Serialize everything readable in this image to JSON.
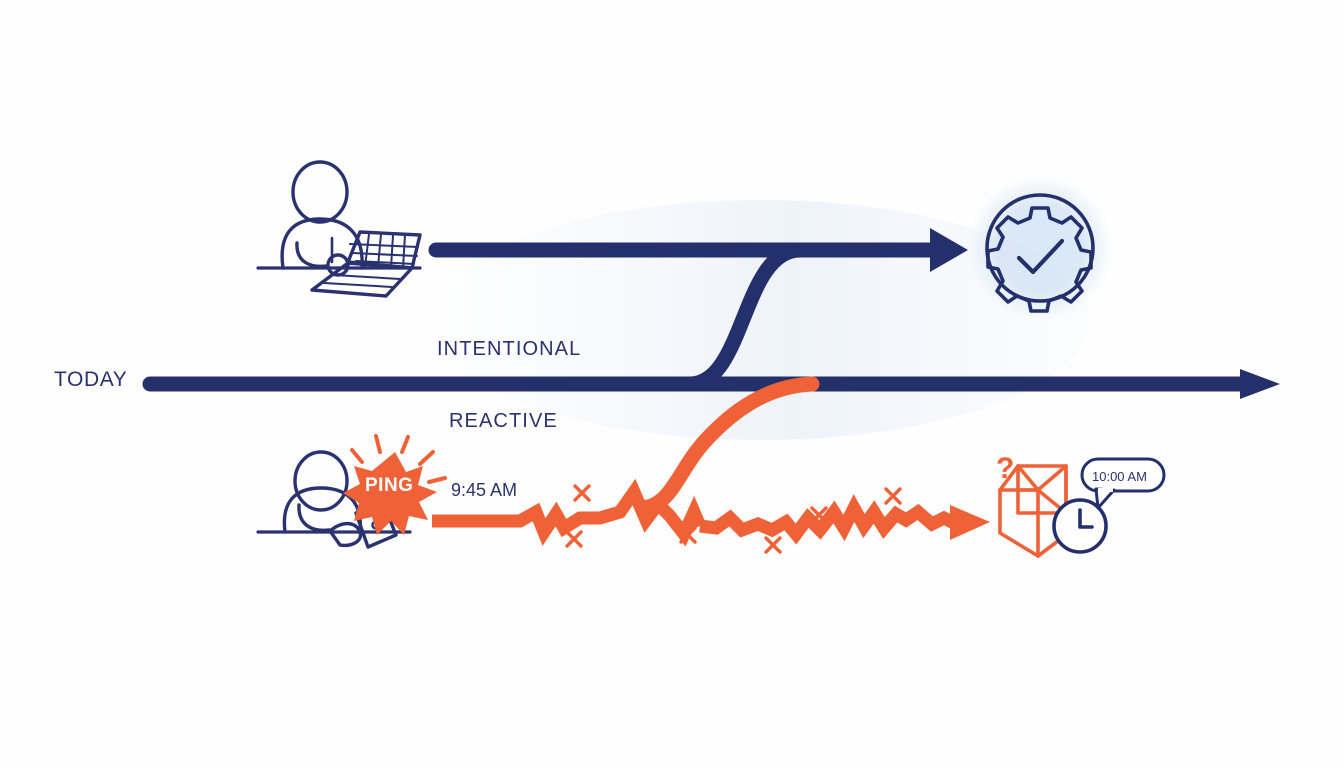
{
  "diagram": {
    "title_text_elements": {
      "today": "TODAY",
      "intentional": "INTENTIONAL",
      "reactive": "REACTIVE",
      "ping_badge": "PING",
      "ping_time": "9:45 AM",
      "delivery_time": "10:00 AM",
      "question_mark": "?"
    },
    "colors": {
      "navy": "#24306B",
      "navy_light": "#2a3270",
      "orange": "#EF6237",
      "orange_light": "#F47B4E",
      "background": "#FEFEFE",
      "glow": "#DCE7F5"
    },
    "icons": {
      "top_actor": "person-at-laptop-icon",
      "top_goal": "gear-checkmark-icon",
      "bottom_actor": "person-with-phone-icon",
      "bottom_outcome": "open-box-clock-icon",
      "burst": "ping-burst-icon",
      "speech": "speech-bubble-icon"
    },
    "paths": {
      "today_line": "horizontal baseline arrow spanning full width at y=384",
      "intentional_arrow": "straight navy arrow at y=250 from x=430 to gear icon",
      "intentional_curve": "navy S-curve rising from baseline at x=640 to y=250 at x=830",
      "reactive_curve": "orange S-curve rising from jagged line to baseline at x=815",
      "reactive_jagged": "orange jagged erratic line at y=520 ending in arrowhead"
    },
    "annotations": {
      "failure_marks": [
        "x",
        "x",
        "x",
        "x",
        "x",
        "x"
      ]
    }
  }
}
